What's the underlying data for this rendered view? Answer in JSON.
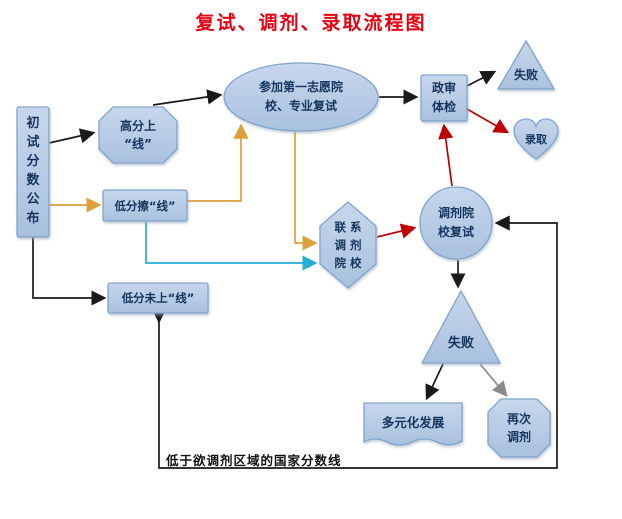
{
  "title": "复试、调剂、录取流程图",
  "nodes": {
    "initial_score": {
      "label": "初试分数公布"
    },
    "high_score": {
      "label": "高分上\n“线”"
    },
    "low_touch_line": {
      "label": "低分擦“线”"
    },
    "low_below_line": {
      "label": "低分未上“线”"
    },
    "first_choice_retest": {
      "label": "参加第一志愿院\n校、专业复试"
    },
    "contact_adjust_school": {
      "label": "联 系\n调 剂\n院 校"
    },
    "political_review_physical": {
      "label": "政审\n体检"
    },
    "fail_top": {
      "label": "失败"
    },
    "admitted": {
      "label": "录取"
    },
    "adjust_school_retest": {
      "label": "调剂院\n校复试"
    },
    "fail_bottom": {
      "label": "失败"
    },
    "diversified_development": {
      "label": "多元化发展"
    },
    "re_adjust": {
      "label": "再次\n调剂"
    }
  },
  "annotations": {
    "bottom_note": "低于欲调剂区域的国家分数线"
  },
  "edges": [
    {
      "from": "initial_score",
      "to": "high_score",
      "color": "black"
    },
    {
      "from": "initial_score",
      "to": "low_touch_line",
      "color": "orange"
    },
    {
      "from": "initial_score",
      "to": "low_below_line",
      "color": "black"
    },
    {
      "from": "high_score",
      "to": "first_choice_retest",
      "color": "black"
    },
    {
      "from": "low_touch_line",
      "to": "first_choice_retest",
      "color": "orange"
    },
    {
      "from": "first_choice_retest",
      "to": "contact_adjust_school",
      "color": "orange"
    },
    {
      "from": "low_touch_line",
      "to": "contact_adjust_school",
      "color": "cyan"
    },
    {
      "from": "first_choice_retest",
      "to": "political_review_physical",
      "color": "black"
    },
    {
      "from": "political_review_physical",
      "to": "fail_top",
      "color": "black"
    },
    {
      "from": "political_review_physical",
      "to": "admitted",
      "color": "red"
    },
    {
      "from": "contact_adjust_school",
      "to": "adjust_school_retest",
      "color": "red"
    },
    {
      "from": "adjust_school_retest",
      "to": "political_review_physical",
      "color": "red"
    },
    {
      "from": "adjust_school_retest",
      "to": "fail_bottom",
      "color": "black"
    },
    {
      "from": "fail_bottom",
      "to": "diversified_development",
      "color": "black"
    },
    {
      "from": "fail_bottom",
      "to": "re_adjust",
      "color": "gray"
    },
    {
      "from": "low_below_line",
      "to": "adjust_school_retest",
      "color": "black"
    }
  ],
  "colors": {
    "node_fill_top": "#c7d7ec",
    "node_fill_bottom": "#a9c1de",
    "node_stroke": "#7fa5cd",
    "title_red": "#e60012",
    "label_text": "#15355e",
    "arrow_black": "#1a1a1a",
    "arrow_orange": "#dd9f3a",
    "arrow_cyan": "#23afd6",
    "arrow_red": "#bf0000",
    "arrow_gray": "#8a8a8a"
  }
}
